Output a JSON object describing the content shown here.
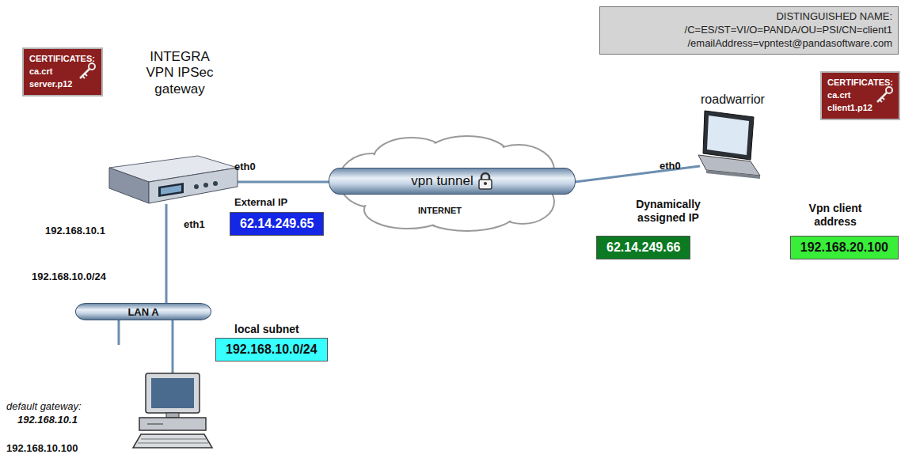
{
  "diagram": {
    "nodes": [
      {
        "text": [
          "DISTINGUISHED NAME:",
          "/C=ES/ST=VI/O=PANDA/OU=PSI/CN=client1 /emailAddress=vpntest@pandasoftware.com"
        ]
      },
      {
        "text": [
          "CERTIFICATES:",
          "ca.crt",
          "server.p12"
        ]
      },
      {
        "text": [
          "vpn tunnel"
        ]
      },
      {
        "text": [
          "CERTIFICATES:",
          "ca.crt",
          "client1.p12"
        ]
      },
      {
        "text": [
          "62.14.249.65"
        ]
      },
      {
        "text": [
          "62.14.249.66"
        ]
      },
      {
        "text": [
          "192.168.20.100"
        ]
      },
      {
        "text": [
          "LAN A"
        ]
      },
      {
        "text": [
          "192.168.10.0/24"
        ]
      }
    ],
    "labels": [
      "INTEGRA VPN IPSec gateway",
      "eth0",
      "External IP",
      "eth1",
      "192.168.10.1",
      "INTERNET",
      "roadwarrior",
      "eth0",
      "Dynamically assigned IP",
      "Vpn client address",
      "192.168.10.0/24",
      "local subnet",
      "default gateway:",
      "192.168.10.1",
      "192.168.10.100"
    ]
  }
}
